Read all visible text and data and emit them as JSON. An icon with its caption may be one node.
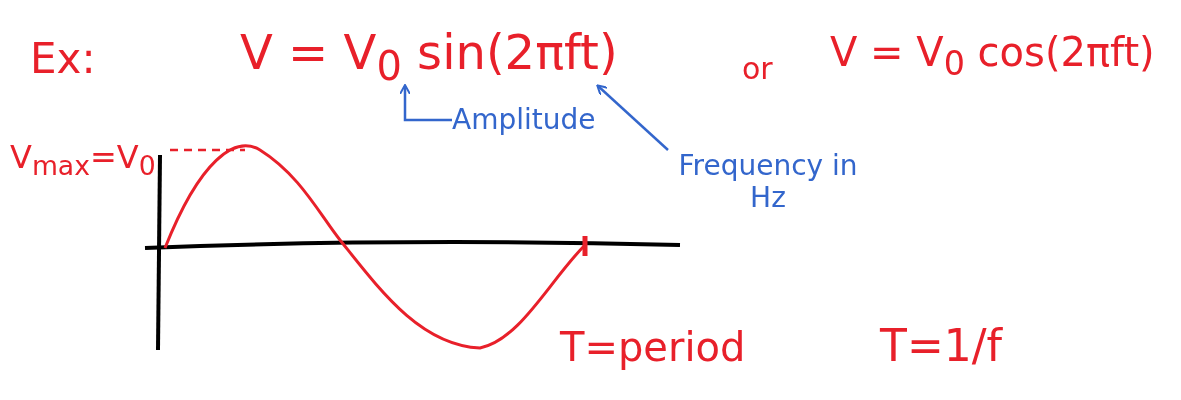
{
  "diagram": {
    "nodes": [
      {
        "text": [
          "Amplitude"
        ]
      },
      {
        "text": [
          "Frequency in Hz"
        ]
      },
      {
        "text": [
          "V = V$_{0}$ sin(2πft)"
        ]
      }
    ],
    "edges": [
      {
        "from": 0,
        "to": 2,
        "arrow": "to"
      },
      {
        "from": 1,
        "to": 2,
        "arrow": "to"
      }
    ],
    "labels": [
      "Ex:",
      "or",
      "V = V$_{0}$ cos(2πft)",
      "V$_{max}$=V$_{0}$",
      "T=period",
      "T=1/f"
    ]
  }
}
